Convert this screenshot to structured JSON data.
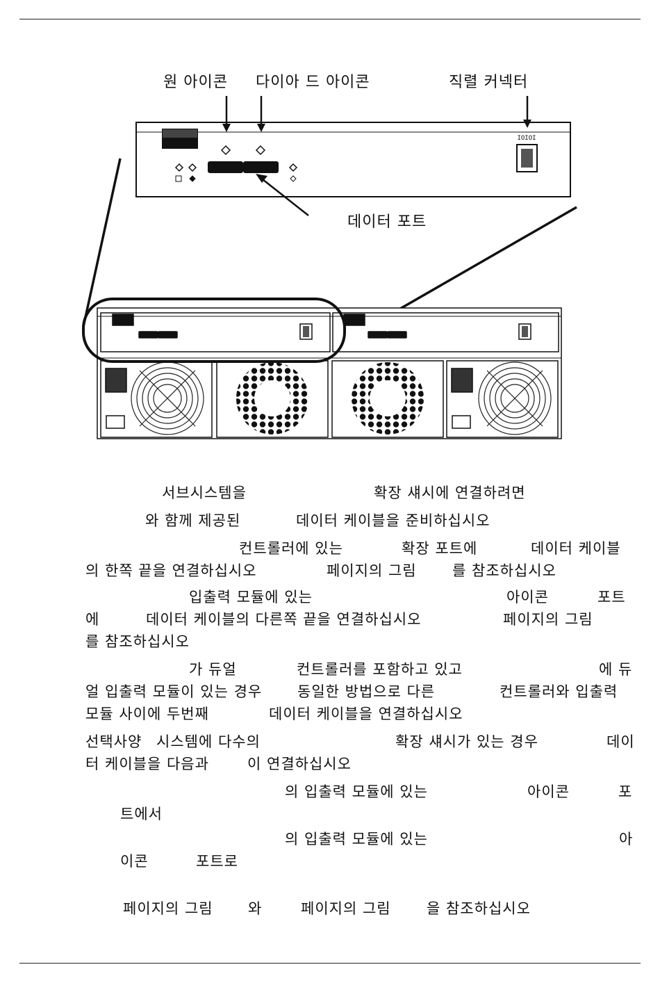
{
  "labels": {
    "power_icon": "원 아이콘",
    "diamond_icon": "다이아 드 아이콘",
    "serial_connector": "직렬 커넥터",
    "data_port": "데이터 포트",
    "serial_glyph": "IOIOI"
  },
  "paragraphs": {
    "p1": "서브시스템을",
    "p1b": "확장 섀시에 연결하려면",
    "p2a": "와 함께 제공된",
    "p2b": "데이터 케이블을 준비하십시오",
    "p3a": "컨트롤러에 있는",
    "p3b": "확장 포트에",
    "p3c": "데이터 케이블",
    "p3d": "의 한쪽 끝을 연결하십시오",
    "p3e": "페이지의 그림",
    "p3f": "를 참조하십시오",
    "p4a": "입출력 모듈에 있는",
    "p4b": "아이콘",
    "p4c": "포트",
    "p4d": "에",
    "p4e": "데이터 케이블의 다른쪽 끝을 연결하십시오",
    "p4f": "페이지의 그림",
    "p4g": "를 참조하십시오",
    "p5a": "가 듀얼",
    "p5b": "컨트롤러를 포함하고 있고",
    "p5c": "에 듀",
    "p5d": "얼 입출력 모듈이 있는 경우",
    "p5e": "동일한 방법으로 다른",
    "p5f": "컨트롤러와 입출력",
    "p5g": "모듈 사이에 두번째",
    "p5h": "데이터 케이블을 연결하십시오",
    "p6a": "선택사양",
    "p6b": "시스템에 다수의",
    "p6c": "확장 섀시가 있는 경우",
    "p6d": "데이",
    "p6e": "터 케이블을 다음과",
    "p6f": "이 연결하십시오",
    "b1a": "의 입출력 모듈에 있는",
    "b1b": "아이콘",
    "b1c": "포",
    "b1d": "트에서",
    "b2a": "의 입출력 모듈에 있는",
    "b2b": "아",
    "b2c": "이콘",
    "b2d": "포트로",
    "r1a": "페이지의 그림",
    "r1b": "와",
    "r1c": "페이지의 그림",
    "r1d": "을 참조하십시오"
  }
}
